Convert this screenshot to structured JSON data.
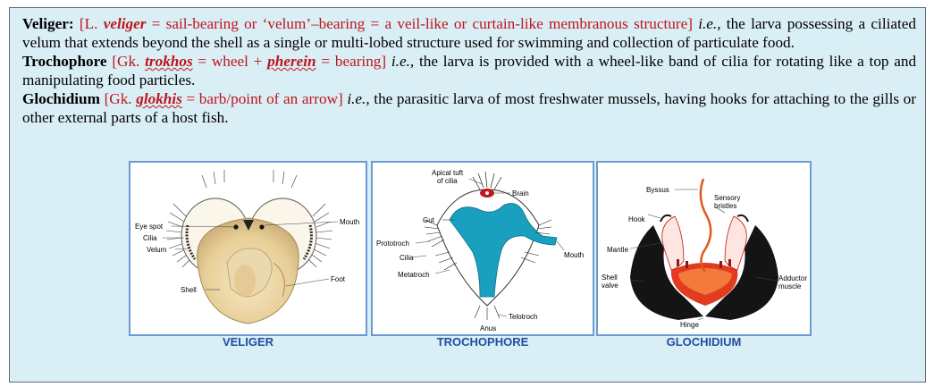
{
  "definitions": {
    "veliger": {
      "term": "Veliger:",
      "open": "[L.",
      "word": "veliger",
      "etym": "= sail-bearing or ‘velum’–bearing = a veil-like or curtain-like membranous structure]",
      "ie": "i.e.,",
      "desc": "the larva possessing a ciliated velum that extends beyond the shell as a single or multi-lobed structure used for swimming and collection of particulate food."
    },
    "trochophore": {
      "term": "Trochophore",
      "open": "[Gk.",
      "word1": "trokhos",
      "mid": "= wheel +",
      "word2": "pherein",
      "close": "= bearing]",
      "ie": "i.e.,",
      "desc": "the larva is provided with a wheel-like band of cilia for rotating like a top and manipulating food particles."
    },
    "glochidium": {
      "term": "Glochidium",
      "open": "[Gk.",
      "word": "glokhis",
      "close": "= barb/point of an arrow]",
      "ie": "i.e.,",
      "desc": "the parasitic larva of most freshwater mussels, having hooks for attaching to the gills or other external parts of a host fish."
    }
  },
  "figures": {
    "veliger": {
      "caption": "VELIGER",
      "labels": {
        "eye_spot": "Eye spot",
        "cilia": "Cilia",
        "velum": "Velum",
        "shell": "Shell",
        "mouth": "Mouth",
        "foot": "Foot"
      }
    },
    "trochophore": {
      "caption": "TROCHOPHORE",
      "labels": {
        "apical1": "Apical tuft",
        "apical2": "of cilia",
        "brain": "Brain",
        "gut": "Gut",
        "prototroch": "Prototroch",
        "cilia": "Cilia",
        "metatroch": "Metatroch",
        "mouth": "Mouth",
        "anus": "Anus",
        "telotroch": "Telotroch"
      }
    },
    "glochidium": {
      "caption": "GLOCHIDIUM",
      "labels": {
        "byssus": "Byssus",
        "sensory1": "Sensory",
        "sensory2": "bristles",
        "hook": "Hook",
        "mantle": "Mantle",
        "shell1": "Shell",
        "shell2": "valve",
        "adductor1": "Adductor",
        "adductor2": "muscle",
        "hinge": "Hinge"
      }
    }
  },
  "colors": {
    "panel_bg": "#daeef5",
    "term_red": "#c0151b",
    "caption_blue": "#1f4fa3",
    "frame_blue": "#6c9bd0"
  }
}
